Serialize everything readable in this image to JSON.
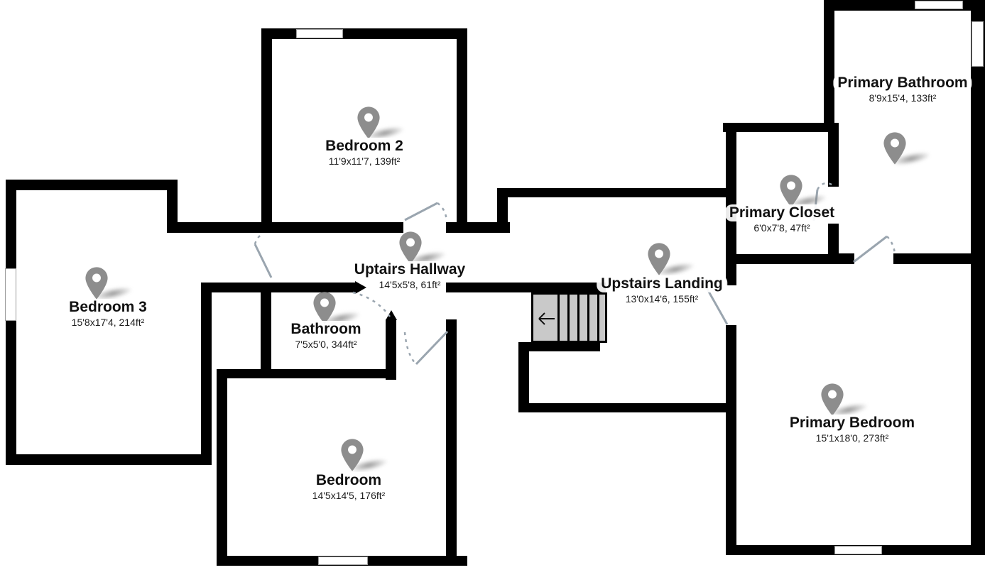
{
  "floorplan": {
    "colors": {
      "background": "#ffffff",
      "wall": "#000000",
      "pin": "#8d8d8d",
      "door_swing": "#9aa5af",
      "stairs_fill": "#c9c9c9"
    },
    "stairs": {
      "direction": "left",
      "arrow_icon": "left-arrow"
    },
    "rooms": [
      {
        "id": "bedroom-2",
        "name": "Bedroom 2",
        "dims": "11'9x11'7, 139ft²"
      },
      {
        "id": "bedroom-3",
        "name": "Bedroom 3",
        "dims": "15'8x17'4, 214ft²"
      },
      {
        "id": "uptairs-hallway",
        "name": "Uptairs Hallway",
        "dims": "14'5x5'8, 61ft²"
      },
      {
        "id": "bathroom",
        "name": "Bathroom",
        "dims": "7'5x5'0, 344ft²"
      },
      {
        "id": "bedroom",
        "name": "Bedroom",
        "dims": "14'5x14'5, 176ft²"
      },
      {
        "id": "upstairs-landing",
        "name": "Upstairs Landing",
        "dims": "13'0x14'6, 155ft²"
      },
      {
        "id": "primary-closet",
        "name": "Primary Closet",
        "dims": "6'0x7'8, 47ft²"
      },
      {
        "id": "primary-bathroom",
        "name": "Primary Bathroom",
        "dims": "8'9x15'4, 133ft²"
      },
      {
        "id": "primary-bedroom",
        "name": "Primary Bedroom",
        "dims": "15'1x18'0, 273ft²"
      }
    ]
  }
}
